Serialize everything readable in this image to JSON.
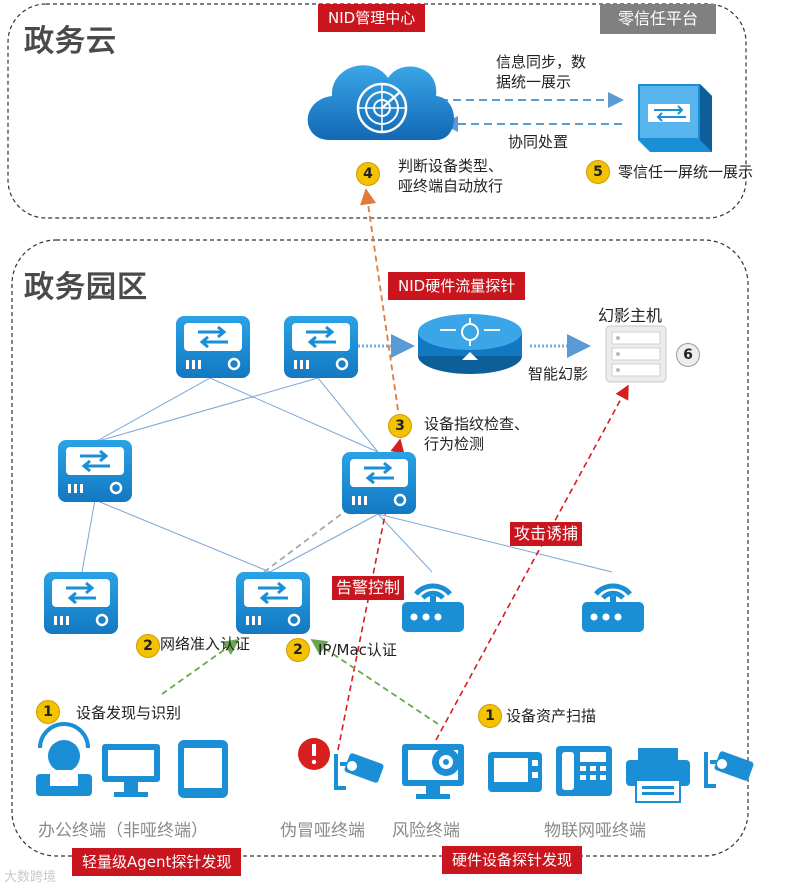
{
  "zones": {
    "cloud_title": "政务云",
    "campus_title": "政务园区"
  },
  "tags": {
    "nid_center": "NID管理中心",
    "zero_trust_platform": "零信任平台",
    "nid_probe": "NID硬件流量探针",
    "agent_probe": "轻量级Agent探针发现",
    "hardware_probe": "硬件设备探针发现"
  },
  "labels": {
    "sync": "信息同步，数\n据统一展示",
    "coop": "协同处置",
    "judge": "判断设备类型、\n哑终端自动放行",
    "zt_display": "零信任一屏统一展示",
    "phantom_host": "幻影主机",
    "smart_phantom": "智能幻影",
    "fingerprint": "设备指纹检查、\n行为检测",
    "net_auth": "网络准入认证",
    "ipmac_auth": "IP/Mac认证",
    "discover": "设备发现与识别",
    "asset_scan": "设备资产扫描",
    "alarm": "告警控制",
    "trap": "攻击诱捕"
  },
  "badges": {
    "b1a": "1",
    "b1b": "1",
    "b2a": "2",
    "b2b": "2",
    "b3": "3",
    "b4": "4",
    "b5": "5",
    "b6": "6"
  },
  "terminals": {
    "office": "办公终端（非哑终端）",
    "fake": "伪冒哑终端",
    "risk": "风险终端",
    "iot": "物联网哑终端"
  },
  "watermark": "大数跨境",
  "colors": {
    "blue": "#1a8fd6",
    "red": "#c9151e",
    "yellow": "#f4c300",
    "green": "#6aa84f",
    "orange": "#e07b39"
  }
}
